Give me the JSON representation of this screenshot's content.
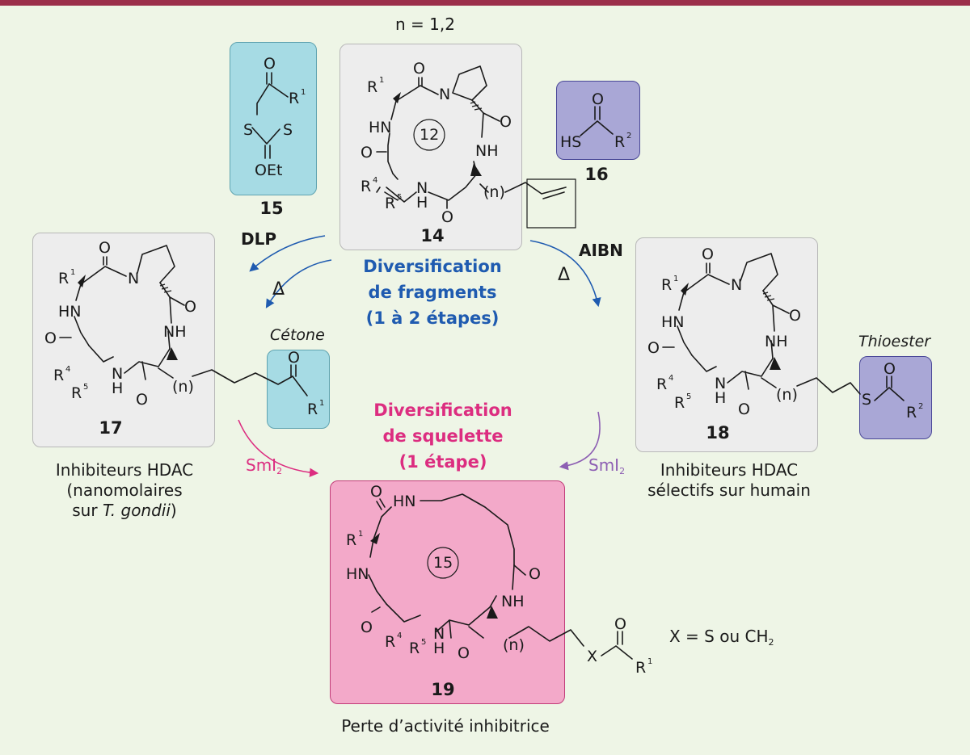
{
  "header": {
    "n_note": "n = 1,2"
  },
  "compounds": {
    "c14": {
      "number": "14",
      "ring_size": "12"
    },
    "c15": {
      "number": "15"
    },
    "c16": {
      "number": "16"
    },
    "c17": {
      "number": "17",
      "group_label": "Cétone"
    },
    "c18": {
      "number": "18",
      "group_label": "Thioester"
    },
    "c19": {
      "number": "19",
      "ring_size": "15"
    }
  },
  "reagents": {
    "left": "DLP",
    "right": "AIBN",
    "heat": "Δ",
    "smi2": "SmI"
  },
  "labels": {
    "fragments": [
      "Diversification",
      "de fragments",
      "(1 à 2 étapes)"
    ],
    "skeleton": [
      "Diversification",
      "de squelette",
      "(1 étape)"
    ]
  },
  "captions": {
    "c17": [
      "Inhibiteurs HDAC",
      "(nanomolaires",
      "sur ",
      "T. gondii",
      ")"
    ],
    "c18": [
      "Inhibiteurs HDAC",
      "sélectifs sur humain"
    ],
    "c19": "Perte d’activité inhibitrice",
    "x_def": "X = S ou CH"
  },
  "atoms": {
    "O": "O",
    "N": "N",
    "NH": "NH",
    "HN": "HN",
    "H": "H",
    "S": "S",
    "HS": "HS",
    "X": "X",
    "OEt": "OEt",
    "n": "(n)",
    "R": "R",
    "sup1": "1",
    "sup2": "2",
    "sup4": "4",
    "sup5": "5"
  },
  "colors": {
    "top_bar": "#9b2f4a",
    "background": "#eef5e6",
    "gray_box": "#ededed",
    "cyan_box": "#a6dbe4",
    "purple_box": "#a9a7d6",
    "pink_box": "#f3a9c9",
    "blue_text": "#1f5bb0",
    "magenta_text": "#dc2d80"
  }
}
